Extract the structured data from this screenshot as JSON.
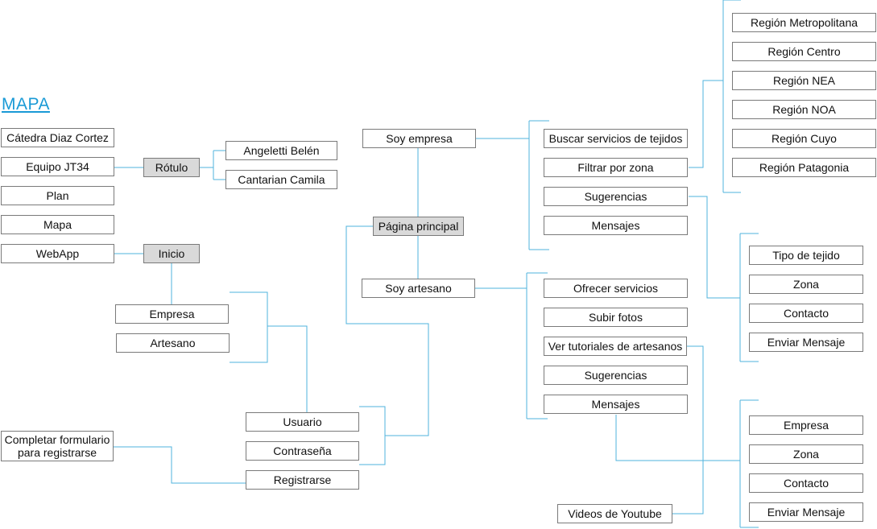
{
  "title": "MAPA",
  "colors": {
    "connector": "#4fb3dc",
    "title": "#1a9ad6",
    "node_border": "#7a7a7a",
    "highlight_fill": "#d9d9d9"
  },
  "nodes": {
    "catedra": "Cátedra Diaz Cortez",
    "equipo": "Equipo JT34",
    "plan": "Plan",
    "mapa": "Mapa",
    "webapp": "WebApp",
    "rotulo": "Rótulo",
    "angeletti": "Angeletti Belén",
    "cantarian": "Cantarian Camila",
    "inicio": "Inicio",
    "empresa_left": "Empresa",
    "artesano_left": "Artesano",
    "usuario": "Usuario",
    "contrasena": "Contraseña",
    "registrarse": "Registrarse",
    "completar": "Completar formulario para registrarse",
    "pagina_principal": "Página principal",
    "soy_empresa": "Soy empresa",
    "soy_artesano": "Soy artesano",
    "buscar": "Buscar servicios de tejidos",
    "filtrar": "Filtrar por zona",
    "sugerencias_emp": "Sugerencias",
    "mensajes_emp": "Mensajes",
    "ofrecer": "Ofrecer servicios",
    "subir": "Subir fotos",
    "ver_tutoriales": "Ver tutoriales de artesanos",
    "sugerencias_art": "Sugerencias",
    "mensajes_art": "Mensajes",
    "videos": "Videos de  Youtube",
    "r_metro": "Región Metropolitana",
    "r_centro": "Región Centro",
    "r_nea": "Región NEA",
    "r_noa": "Región NOA",
    "r_cuyo": "Región Cuyo",
    "r_patagonia": "Región Patagonia",
    "tipo_tejido": "Tipo de tejido",
    "zona_1": "Zona",
    "contacto_1": "Contacto",
    "enviar_1": "Enviar Mensaje",
    "empresa_right": "Empresa",
    "zona_2": "Zona",
    "contacto_2": "Contacto",
    "enviar_2": "Enviar Mensaje"
  }
}
